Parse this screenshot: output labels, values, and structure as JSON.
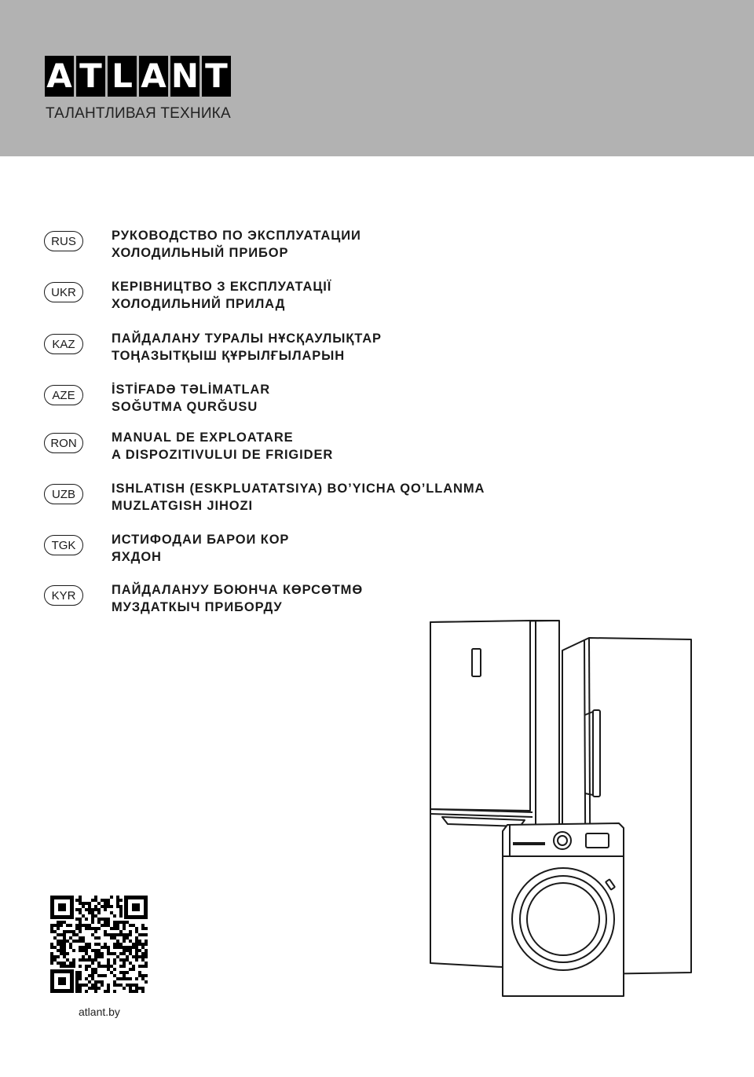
{
  "brand": {
    "letters": [
      "A",
      "T",
      "L",
      "A",
      "N",
      "T"
    ],
    "tagline": "ТАЛАНТЛИВАЯ ТЕХНИКА"
  },
  "languages": [
    {
      "code": "RUS",
      "line1": "РУКОВОДСТВО ПО ЭКСПЛУАТАЦИИ",
      "line2": "ХОЛОДИЛЬНЫЙ ПРИБОР"
    },
    {
      "code": "UKR",
      "line1": "КЕРІВНИЦТВО З ЕКСПЛУАТАЦІЇ",
      "line2": "ХОЛОДИЛЬНИЙ ПРИЛАД"
    },
    {
      "code": "KAZ",
      "line1": "ПАЙДАЛАНУ ТУРАЛЫ НҰСҚАУЛЫҚТАР",
      "line2": "ТОҢАЗЫТҚЫШ ҚҰРЫЛҒЫЛАРЫН"
    },
    {
      "code": "AZE",
      "line1": "İSTİFADƏ TƏLİMATLAR",
      "line2": "SOĞUTMA QURĞUSU"
    },
    {
      "code": "RON",
      "line1": "MANUAL DE EXPLOATARE",
      "line2": "A DISPOZITIVULUI DE FRIGIDER"
    },
    {
      "code": "UZB",
      "line1": "ISHLATISH (ESKPLUATATSIYA) BO’YICHA QO’LLANMA",
      "line2": "MUZLATGISH JIHOZI"
    },
    {
      "code": "TGK",
      "line1": "ИСТИФОДАИ БАРОИ КОР",
      "line2": "ЯХДОН"
    },
    {
      "code": "KYR",
      "line1": "ПАЙДАЛАНУУ БОЮНЧА КӨРСӨТМӨ",
      "line2": "МУЗДАТКЫЧ ПРИБОРДУ"
    }
  ],
  "footer": {
    "website": "atlant.by"
  },
  "icons": {
    "illustration": "appliances-illustration",
    "qr": "qr-code"
  }
}
